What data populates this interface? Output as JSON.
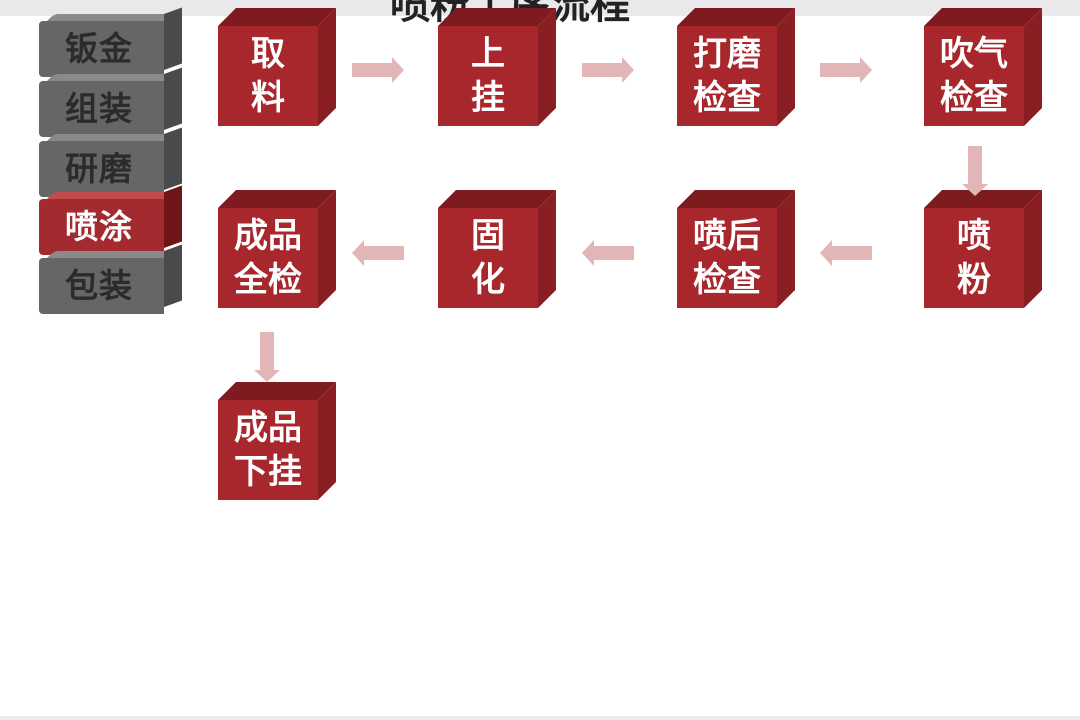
{
  "header": {
    "title": "喷粉工序流程"
  },
  "sidebar": {
    "items": [
      {
        "label": "钣金",
        "active": false
      },
      {
        "label": "组装",
        "active": false
      },
      {
        "label": "研磨",
        "active": false
      },
      {
        "label": "喷涂",
        "active": true
      },
      {
        "label": "包装",
        "active": false
      }
    ]
  },
  "flow": {
    "steps": [
      {
        "id": "qu-liao",
        "label": "取\n料"
      },
      {
        "id": "shang-gua",
        "label": "上\n挂"
      },
      {
        "id": "damo-jiancha",
        "label": "打磨\n检查"
      },
      {
        "id": "chuiqi-jiancha",
        "label": "吹气\n检查"
      },
      {
        "id": "pen-fen",
        "label": "喷\n粉"
      },
      {
        "id": "penhou-jiancha",
        "label": "喷后\n检查"
      },
      {
        "id": "gu-hua",
        "label": "固\n化"
      },
      {
        "id": "chengpin-quanjian",
        "label": "成品\n全检"
      },
      {
        "id": "chengpin-xiagua",
        "label": "成品\n下挂"
      }
    ]
  },
  "colors": {
    "cube_front": "#a8272c",
    "nav_active": "#a32a2e",
    "nav_inactive": "#666666",
    "arrow": "#e2b5b7"
  }
}
